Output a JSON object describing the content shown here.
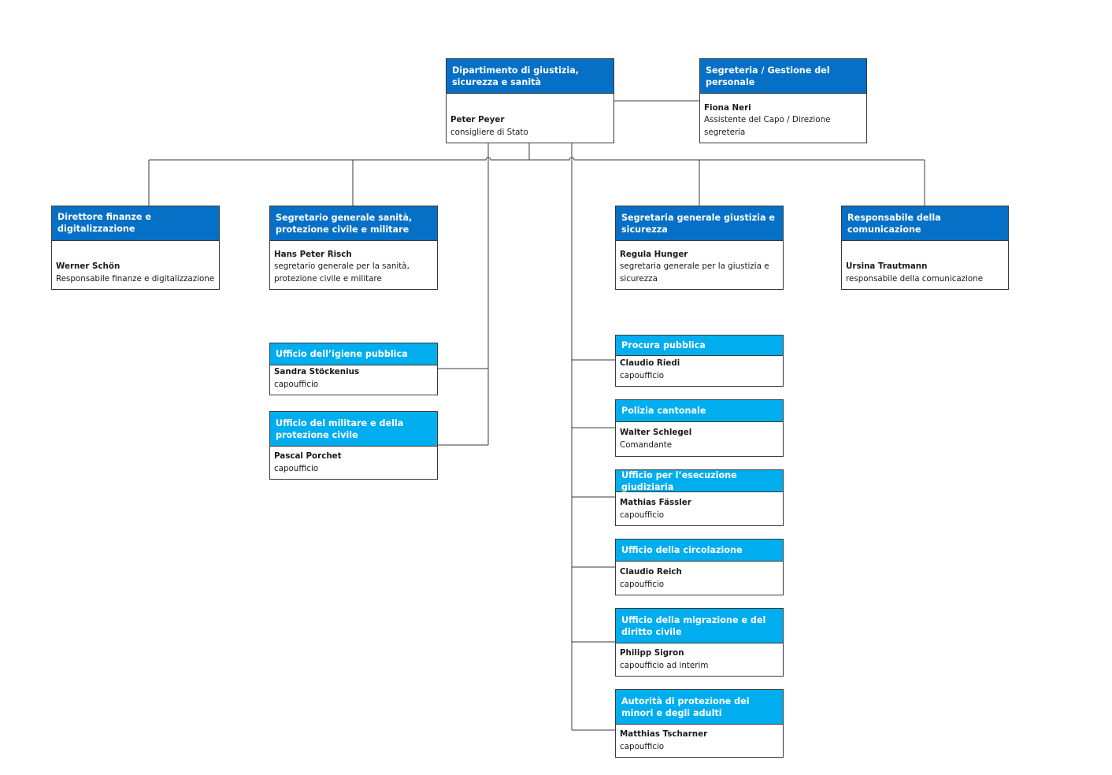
{
  "units": {
    "head": {
      "title": "Dipartimento di giustizia, sicurezza e sanità",
      "name": "Peter Peyer",
      "role": "consigliere di Stato"
    },
    "secretariat": {
      "title": "Segreteria / Gestione del personale",
      "name": "Fiona Neri",
      "role": "Assistente del Capo / Direzione segreteria"
    },
    "finance": {
      "title": "Direttore finanze e digitalizzazione",
      "name": "Werner Schön",
      "role": "Responsabile finanze e digitalizzazione"
    },
    "health_sg": {
      "title": "Segretario generale sanità, protezione civile e militare",
      "name": "Hans Peter Risch",
      "role": "segretario generale per la sanità, protezione civile e militare"
    },
    "justice_sg": {
      "title": "Segretaria generale giustizia e sicurezza",
      "name": "Regula Hunger",
      "role": "segretaria generale per la giustizia e sicurezza"
    },
    "communication": {
      "title": "Responsabile della comunicazione",
      "name": "Ursina Trautmann",
      "role": "responsabile della comunicazione"
    },
    "hygiene": {
      "title": "Ufficio dell’igiene pubblica",
      "name": "Sandra Stöckenius",
      "role": "capoufficio"
    },
    "military": {
      "title": "Ufficio del militare e della protezione civile",
      "name": "Pascal Porchet",
      "role": "capoufficio"
    },
    "prosecution": {
      "title": "Procura pubblica",
      "name": "Claudio Riedi",
      "role": "capoufficio"
    },
    "police": {
      "title": "Polizia cantonale",
      "name": "Walter Schlegel",
      "role": "Comandante"
    },
    "enforcement": {
      "title": "Ufficio per l’esecuzione giudiziaria",
      "name": "Mathias Fässler",
      "role": "capoufficio"
    },
    "traffic": {
      "title": "Ufficio della circolazione",
      "name": "Claudio Reich",
      "role": "capoufficio"
    },
    "migration": {
      "title": "Ufficio della migrazione e del diritto civile",
      "name": "Philipp Sigron",
      "role": "capoufficio ad interim"
    },
    "protection": {
      "title": "Autorità di protezione dei minori e degli adulti",
      "name": "Matthias Tscharner",
      "role": "capoufficio"
    }
  },
  "colors": {
    "dark_header": "#0670c6",
    "light_header": "#00aeef",
    "line": "#3a3a3a"
  }
}
